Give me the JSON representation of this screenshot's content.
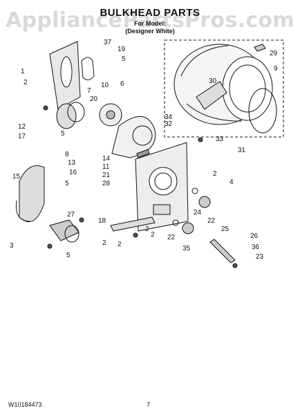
{
  "title": "BULKHEAD PARTS",
  "subtitle_line1": "For Model: ",
  "subtitle_line2": "(Designer White)",
  "watermark": "AppliancePartsPros.com",
  "footer": {
    "part_number": "W10184473",
    "page_number": "7"
  },
  "colors": {
    "ink": "#111111",
    "watermark": "#aaaaaa"
  },
  "callouts": [
    "37",
    "19",
    "5",
    "6",
    "1",
    "2",
    "10",
    "7",
    "20",
    "12",
    "17",
    "5",
    "8",
    "13",
    "16",
    "5",
    "15",
    "14",
    "11",
    "21",
    "28",
    "27",
    "18",
    "2",
    "2",
    "3",
    "5",
    "29",
    "9",
    "30",
    "34",
    "32",
    "31",
    "33",
    "2",
    "4",
    "24",
    "22",
    "25",
    "22",
    "26",
    "36",
    "35",
    "23",
    "2",
    "2"
  ]
}
